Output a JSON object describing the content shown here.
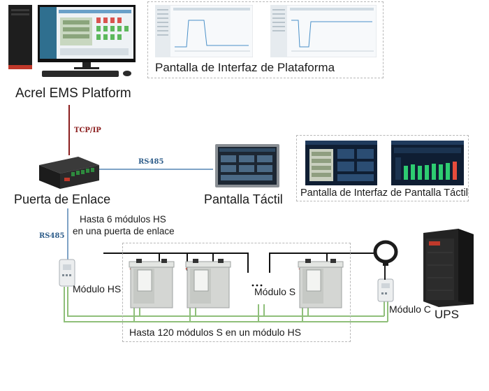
{
  "labels": {
    "platform": "Acrel EMS Platform",
    "platform_screens": "Pantalla de Interfaz de Plataforma",
    "gateway": "Puerta de Enlace",
    "touch_screen": "Pantalla Táctil",
    "touch_screens": "Pantalla de Interfaz de Pantalla Táctil",
    "hs_note_1": "Hasta 6 módulos HS",
    "hs_note_2": "en una puerta de enlace",
    "module_hs": "Módulo HS",
    "module_s": "Módulo S",
    "module_c": "Módulo C",
    "ups": "UPS",
    "s_note": "Hasta 120 módulos S en un módulo HS"
  },
  "protocols": {
    "tcp": "TCP/IP",
    "rs485_gateway": "RS485",
    "rs485_hs": "RS485"
  },
  "colors": {
    "tcp_line": "#8b1e1e",
    "rs485_line": "#7fa3c6",
    "rs485_text": "#2e5d8a",
    "bus_green": "#8fbf7a",
    "dashed_border": "#b8b8b8"
  },
  "icons": [
    "desktop-pc-icon",
    "gateway-device-icon",
    "touch-panel-icon",
    "battery-icon",
    "current-sensor-icon",
    "ups-cabinet-icon"
  ]
}
